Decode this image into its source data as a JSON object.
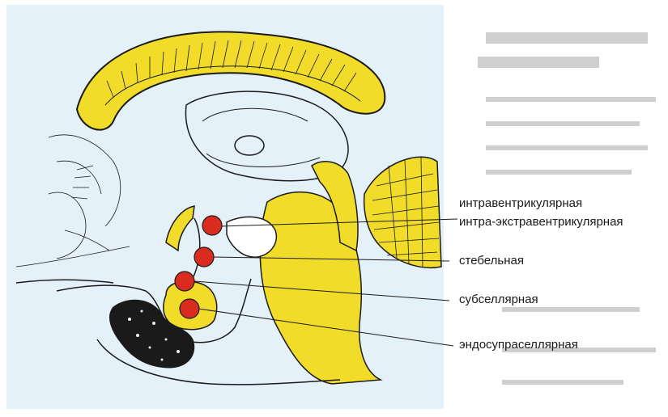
{
  "diagram": {
    "labels": [
      {
        "id": "intraventricular",
        "text": "интравентрикулярная",
        "color": "#d92b1e"
      },
      {
        "id": "intra-extraventricular",
        "text": "интра-экстравентрикулярная",
        "color": "#d92b1e"
      },
      {
        "id": "stalk",
        "text": "стебельная",
        "color": "#d92b1e"
      },
      {
        "id": "subsellar",
        "text": "субселлярная",
        "color": "#d92b1e"
      },
      {
        "id": "endosuprasellar",
        "text": "эндосупраселлярная",
        "color": "#d92b1e"
      }
    ]
  },
  "colors": {
    "background_panel": "#e4f1f8",
    "anatomy_fill": "#f1dc2a",
    "outline": "#1b1b1b",
    "tumor_dot": "#d92b1e",
    "dark_mass": "#1a1a1a"
  }
}
